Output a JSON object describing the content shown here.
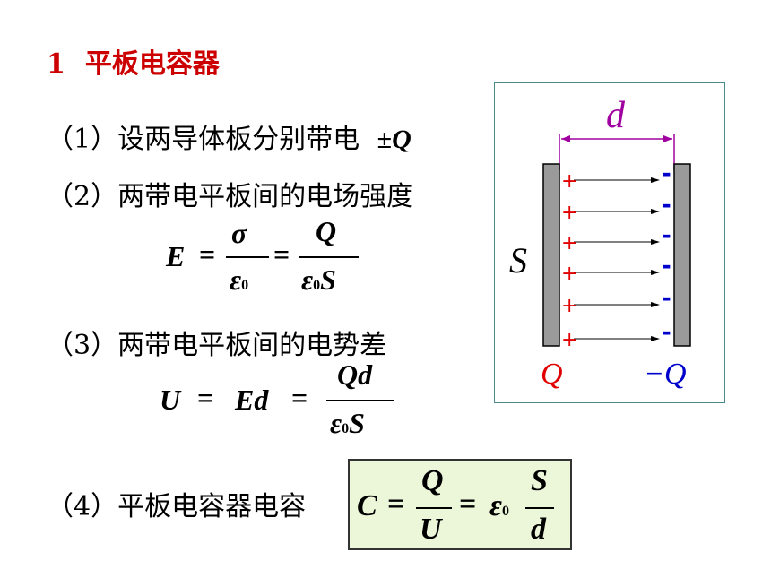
{
  "title": {
    "number": "1",
    "text": "平板电容器"
  },
  "items": [
    {
      "label": "（1）设两导体板分别带电",
      "math": "±Q"
    },
    {
      "label": "（2）两带电平板间的电场强度"
    },
    {
      "label": "（3）两带电平板间的电势差"
    },
    {
      "label": "（4）平板电容器电容"
    }
  ],
  "formulas": {
    "E": {
      "lhs": "E",
      "eq": "=",
      "n1": "σ",
      "d1": "ε",
      "sub": "0",
      "eq2": "=",
      "n2": "Q",
      "d2": "ε",
      "d2sub": "0",
      "d2S": "S"
    },
    "U": {
      "lhs": "U",
      "eq": "=",
      "mid": "Ed",
      "eq2": "=",
      "num": "Qd",
      "den": "ε",
      "densub": "0",
      "denS": "S"
    },
    "C": {
      "lhs": "C",
      "eq": "=",
      "num": "Q",
      "den": "U",
      "eq2": "=",
      "eps": "ε",
      "sub": "0",
      "fnum": "S",
      "fden": "d"
    }
  },
  "diagram": {
    "gap_label": "d",
    "area_label": "S",
    "left_charge": "Q",
    "right_charge": "−Q",
    "plus": "+",
    "minus": "-",
    "colors": {
      "plus": "#e00000",
      "minus": "#0000cc",
      "d": "#a000a0",
      "plate": "#888888",
      "frame": "#4a8a8a"
    }
  }
}
